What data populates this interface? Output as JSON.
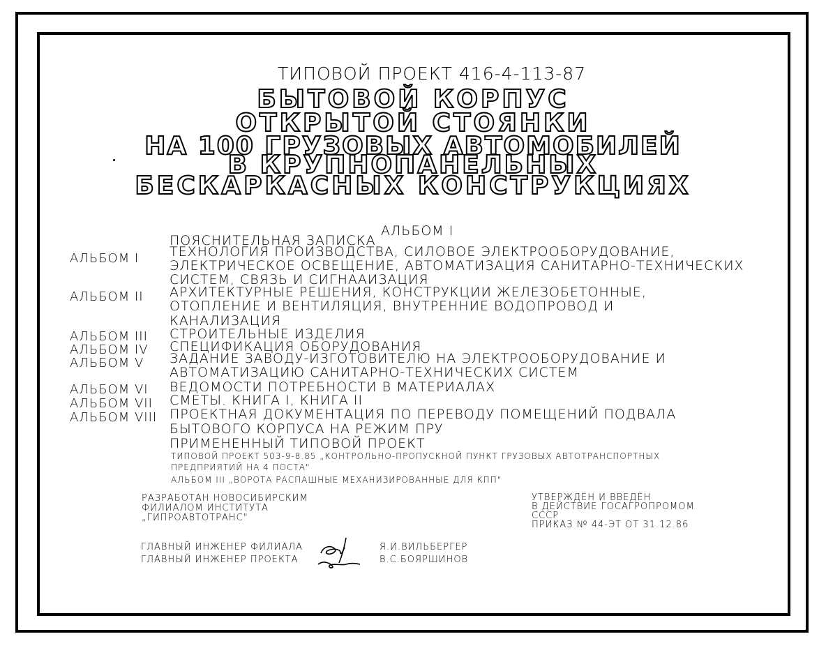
{
  "header": {
    "project": "ТИПОВОЙ ПРОЕКТ 416-4-113-87",
    "title_lines": [
      "БЫТОВОЙ КОРПУС",
      "ОТКРЫТОЙ СТОЯНКИ",
      "НА 100 ГРУЗОВЫХ АВТОМОБИЛЕЙ",
      "В КРУПНОПАНЕЛЬНЫХ",
      "БЕСКАРКАСНЫХ КОНСТРУКЦИЯХ"
    ]
  },
  "album_header": "АЛЬБОМ I",
  "albums": {
    "a1_label": "АЛЬБОМ I",
    "explanatory": "ПОЯСНИТЕЛЬНАЯ ЗАПИСКА",
    "a1_lines": [
      "ТЕХНОЛОГИЯ ПРОИЗВОДСТВА, СИЛОВОЕ ЭЛЕКТРООБОРУДОВАНИЕ,",
      "ЭЛЕКТРИЧЕСКОЕ ОСВЕЩЕНИЕ, АВТОМАТИЗАЦИЯ САНИТАРНО-ТЕХНИЧЕСКИХ",
      "СИСТЕМ, СВЯЗЬ И СИГНААИЗАЦИЯ"
    ],
    "a2_label": "АЛЬБОМ II",
    "a2_lines": [
      "АРХИТЕКТУРНЫЕ РЕШЕНИЯ, КОНСТРУКЦИИ ЖЕЛЕЗОБЕТОННЫЕ,",
      "ОТОПЛЕНИЕ И ВЕНТИЛЯЦИЯ, ВНУТРЕННИЕ ВОДОПРОВОД И",
      "КАНАЛИЗАЦИЯ"
    ],
    "a3_label": "АЛЬБОМ III",
    "a3_line": "СТРОИТЕЛЬНЫЕ ИЗДЕЛИЯ",
    "a4_label": "АЛЬБОМ IV",
    "a4_line": "СПЕЦИФИКАЦИЯ ОБОРУДОВАНИЯ",
    "a5_label": "АЛЬБОМ V",
    "a5_lines": [
      "ЗАДАНИЕ ЗАВОДУ-ИЗГОТОВИТЕЛЮ НА ЭЛЕКТРООБОРУДОВАНИЕ И",
      "АВТОМАТИЗАЦИЮ САНИТАРНО-ТЕХНИЧЕСКИХ СИСТЕМ"
    ],
    "a6_label": "АЛЬБОМ VI",
    "a6_line": "ВЕДОМОСТИ ПОТРЕБНОСТИ В МАТЕРИАЛАХ",
    "a7_label": "АЛЬБОМ VII",
    "a7_line": "СМЕТЫ. КНИГА I, КНИГА II",
    "a8_label": "АЛЬБОМ VIII",
    "a8_lines": [
      "ПРОЕКТНАЯ ДОКУМЕНТАЦИЯ ПО ПЕРЕВОДУ ПОМЕЩЕНИЙ ПОДВАЛА",
      "БЫТОВОГО КОРПУСА НА РЕЖИМ ПРУ"
    ],
    "applied": "ПРИМЕНЕННЫЙ ТИПОВОЙ ПРОЕКТ",
    "applied_line1": "ТИПОВОЙ ПРОЕКТ 503-9-8.85 „КОНТРОЛЬНО-ПРОПУСКНОЙ ПУНКТ ГРУЗОВЫХ АВТОТРАНСПОРТНЫХ",
    "applied_line2": "ПРЕДПРИЯТИЙ НА 4 ПОСТА\"",
    "applied_line3": "АЛЬБОМ III „ВОРОТА РАСПАШНЫЕ МЕХАНИЗИРОВАННЫЕ ДЛЯ КПП\""
  },
  "developer": {
    "line1": "РАЗРАБОТАН НОВОСИБИРСКИМ",
    "line2": "ФИЛИАЛОМ ИНСТИТУТА",
    "line3": "„ГИПРОАВТОТРАНС\""
  },
  "approval": {
    "line1": "УТВЕРЖДЁН И ВВЕДЁН",
    "line2": "В ДЕЙСТВИЕ ГОСАГРОПРОМОМ",
    "line3": "СССР",
    "line4": "ПРИКАЗ № 44-ЭТ ОТ 31.12.86"
  },
  "signatures": {
    "role1": "ГЛАВНЫЙ ИНЖЕНЕР ФИЛИАЛА",
    "role2": "ГЛАВНЫЙ ИНЖЕНЕР ПРОЕКТА",
    "name1": "Я.И.ВИЛЬБЕРГЕР",
    "name2": "В.С.БОЯРШИНОВ"
  }
}
